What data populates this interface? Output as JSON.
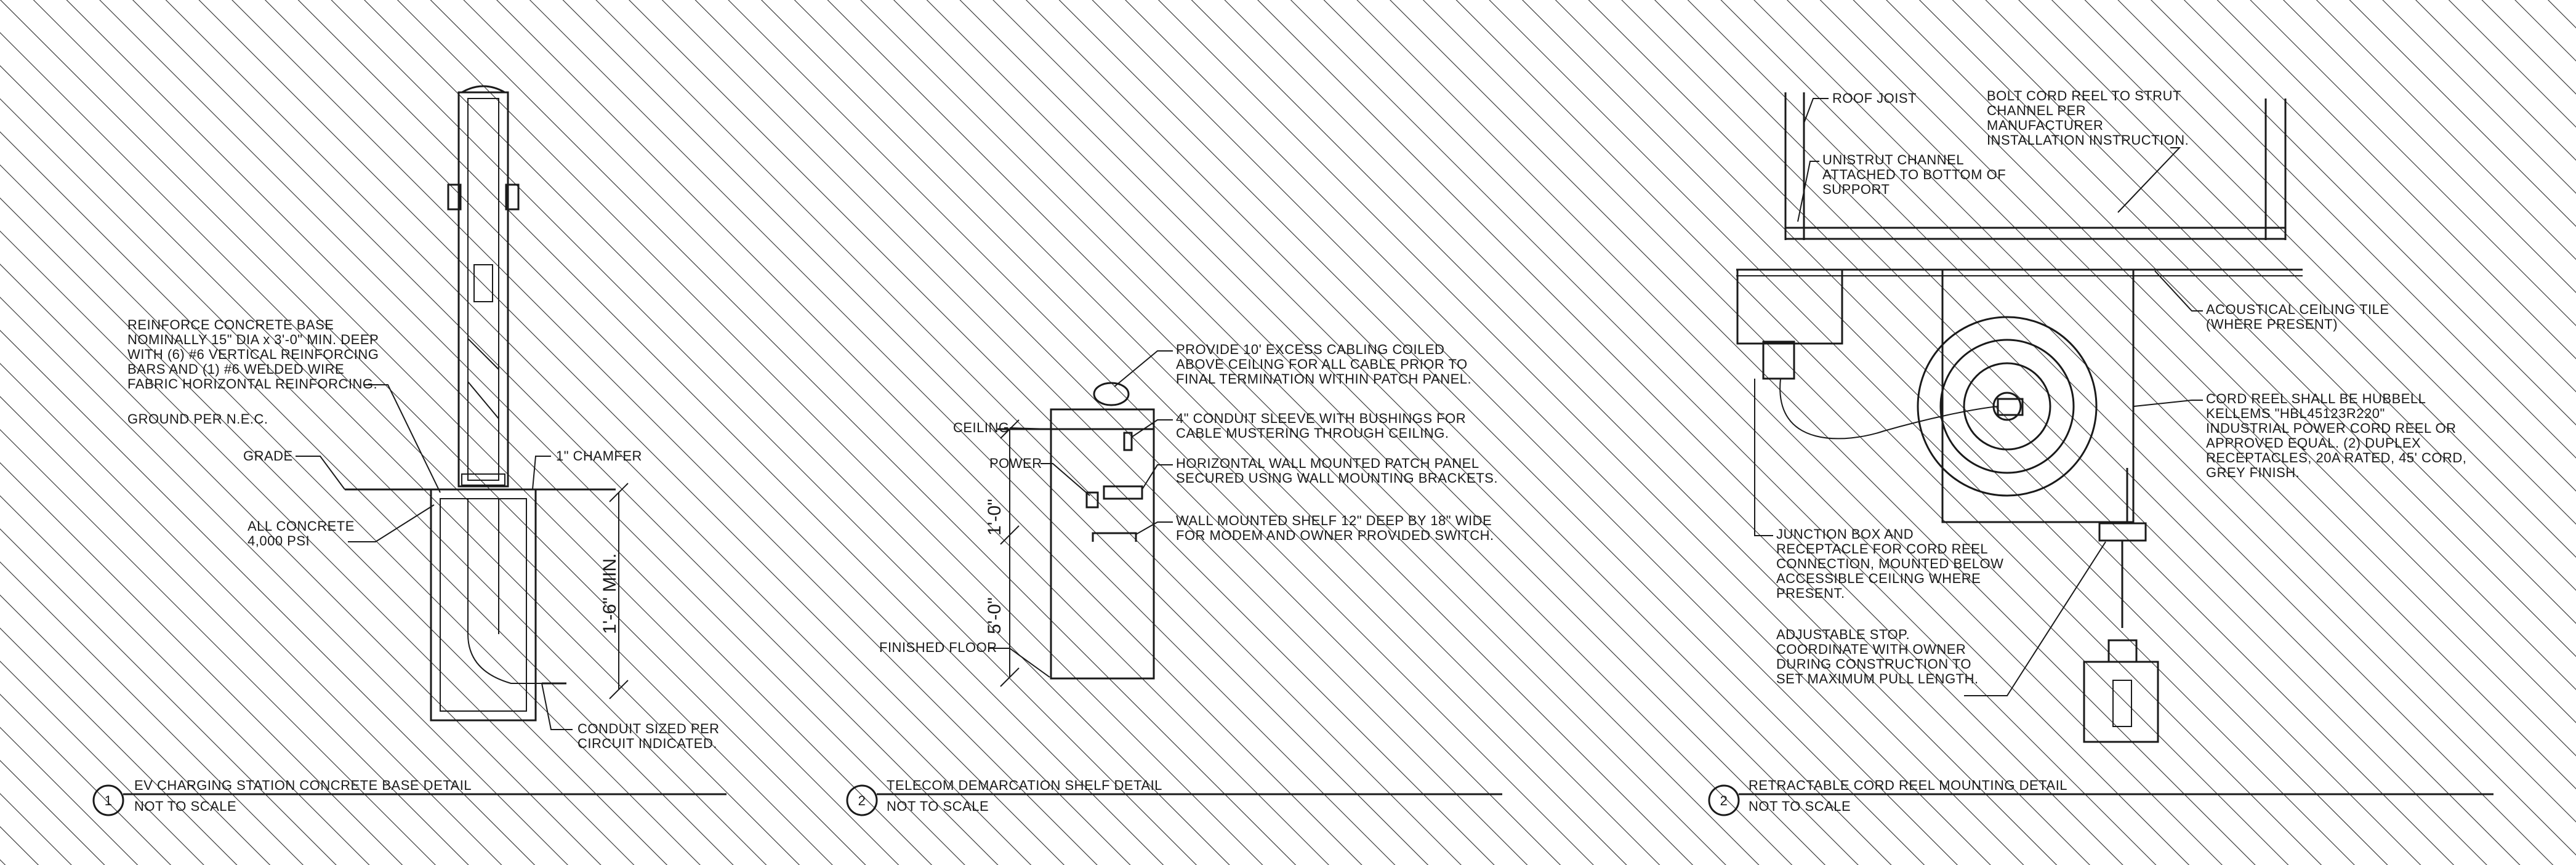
{
  "detail1": {
    "number": "1",
    "title": "EV CHARGING STATION CONCRETE BASE DETAIL",
    "scale": "NOT TO SCALE",
    "notes": {
      "reinforce": [
        "REINFORCE CONCRETE BASE",
        "NOMINALLY 15\" DIA x 3'-0\" MIN. DEEP",
        "WITH (6) #6 VERTICAL REINFORCING",
        "BARS AND (1) #6 WELDED WIRE",
        "FABRIC HORIZONTAL REINFORCING."
      ],
      "ground": "GROUND PER N.E.C.",
      "grade": "GRADE",
      "chamfer": "1\" CHAMFER",
      "concrete": [
        "ALL CONCRETE",
        "4,000 PSI"
      ],
      "conduit": [
        "CONDUIT SIZED PER",
        "CIRCUIT INDICATED."
      ],
      "dimension": "1'-6\" MIN."
    }
  },
  "detail2": {
    "number": "2",
    "title": "TELECOM DEMARCATION SHELF DETAIL",
    "scale": "NOT TO SCALE",
    "notes": {
      "excess": [
        "PROVIDE 10' EXCESS CABLING COILED",
        "ABOVE CEILING FOR ALL CABLE PRIOR TO",
        "FINAL TERMINATION WITHIN PATCH PANEL."
      ],
      "sleeve": [
        "4\" CONDUIT SLEEVE WITH BUSHINGS FOR",
        "CABLE MUSTERING THROUGH CEILING."
      ],
      "patch": [
        "HORIZONTAL WALL MOUNTED PATCH PANEL",
        "SECURED USING WALL MOUNTING BRACKETS."
      ],
      "shelf": [
        "WALL MOUNTED SHELF 12\" DEEP BY 18\" WIDE",
        "FOR MODEM AND OWNER PROVIDED SWITCH."
      ],
      "ceiling": "CEILING",
      "power": "POWER",
      "floor": "FINISHED FLOOR",
      "dim_upper": "1'-0\"",
      "dim_lower": "5'-0\""
    }
  },
  "detail3": {
    "number": "2",
    "title": "RETRACTABLE CORD REEL MOUNTING DETAIL",
    "scale": "NOT TO SCALE",
    "notes": {
      "joist": "ROOF JOIST",
      "bolt": [
        "BOLT CORD REEL TO STRUT",
        "CHANNEL PER",
        "MANUFACTURER",
        "INSTALLATION INSTRUCTION."
      ],
      "unistrut": [
        "UNISTRUT CHANNEL",
        "ATTACHED TO BOTTOM OF",
        "SUPPORT"
      ],
      "acoustical": [
        "ACOUSTICAL CEILING TILE",
        "(WHERE PRESENT)"
      ],
      "cordreel": [
        "CORD REEL SHALL BE HUBBELL",
        "KELLEMS \"HBL45123R220\"",
        "INDUSTRIAL POWER CORD REEL OR",
        "APPROVED EQUAL. (2) DUPLEX",
        "RECEPTACLES, 20A RATED, 45' CORD,",
        "GREY FINISH."
      ],
      "junction": [
        "JUNCTION BOX AND",
        "RECEPTACLE FOR CORD REEL",
        "CONNECTION, MOUNTED BELOW",
        "ACCESSIBLE CEILING WHERE",
        "PRESENT."
      ],
      "stop": [
        "ADJUSTABLE STOP.",
        "COORDINATE WITH OWNER",
        "DURING CONSTRUCTION TO",
        "SET MAXIMUM PULL LENGTH."
      ]
    }
  }
}
